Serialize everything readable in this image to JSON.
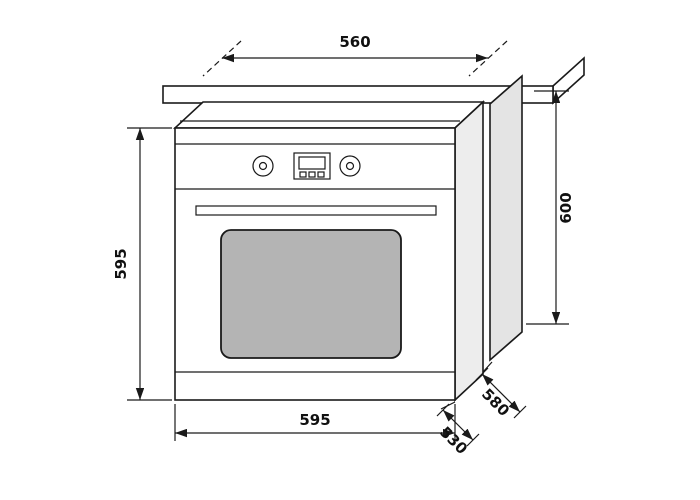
{
  "diagram": {
    "dimension_labels": {
      "cutout_width_top": "560",
      "cutout_height_right": "600",
      "oven_height_left": "595",
      "oven_width_bottom": "595",
      "oven_depth": "530",
      "cabinet_depth": "580"
    }
  }
}
